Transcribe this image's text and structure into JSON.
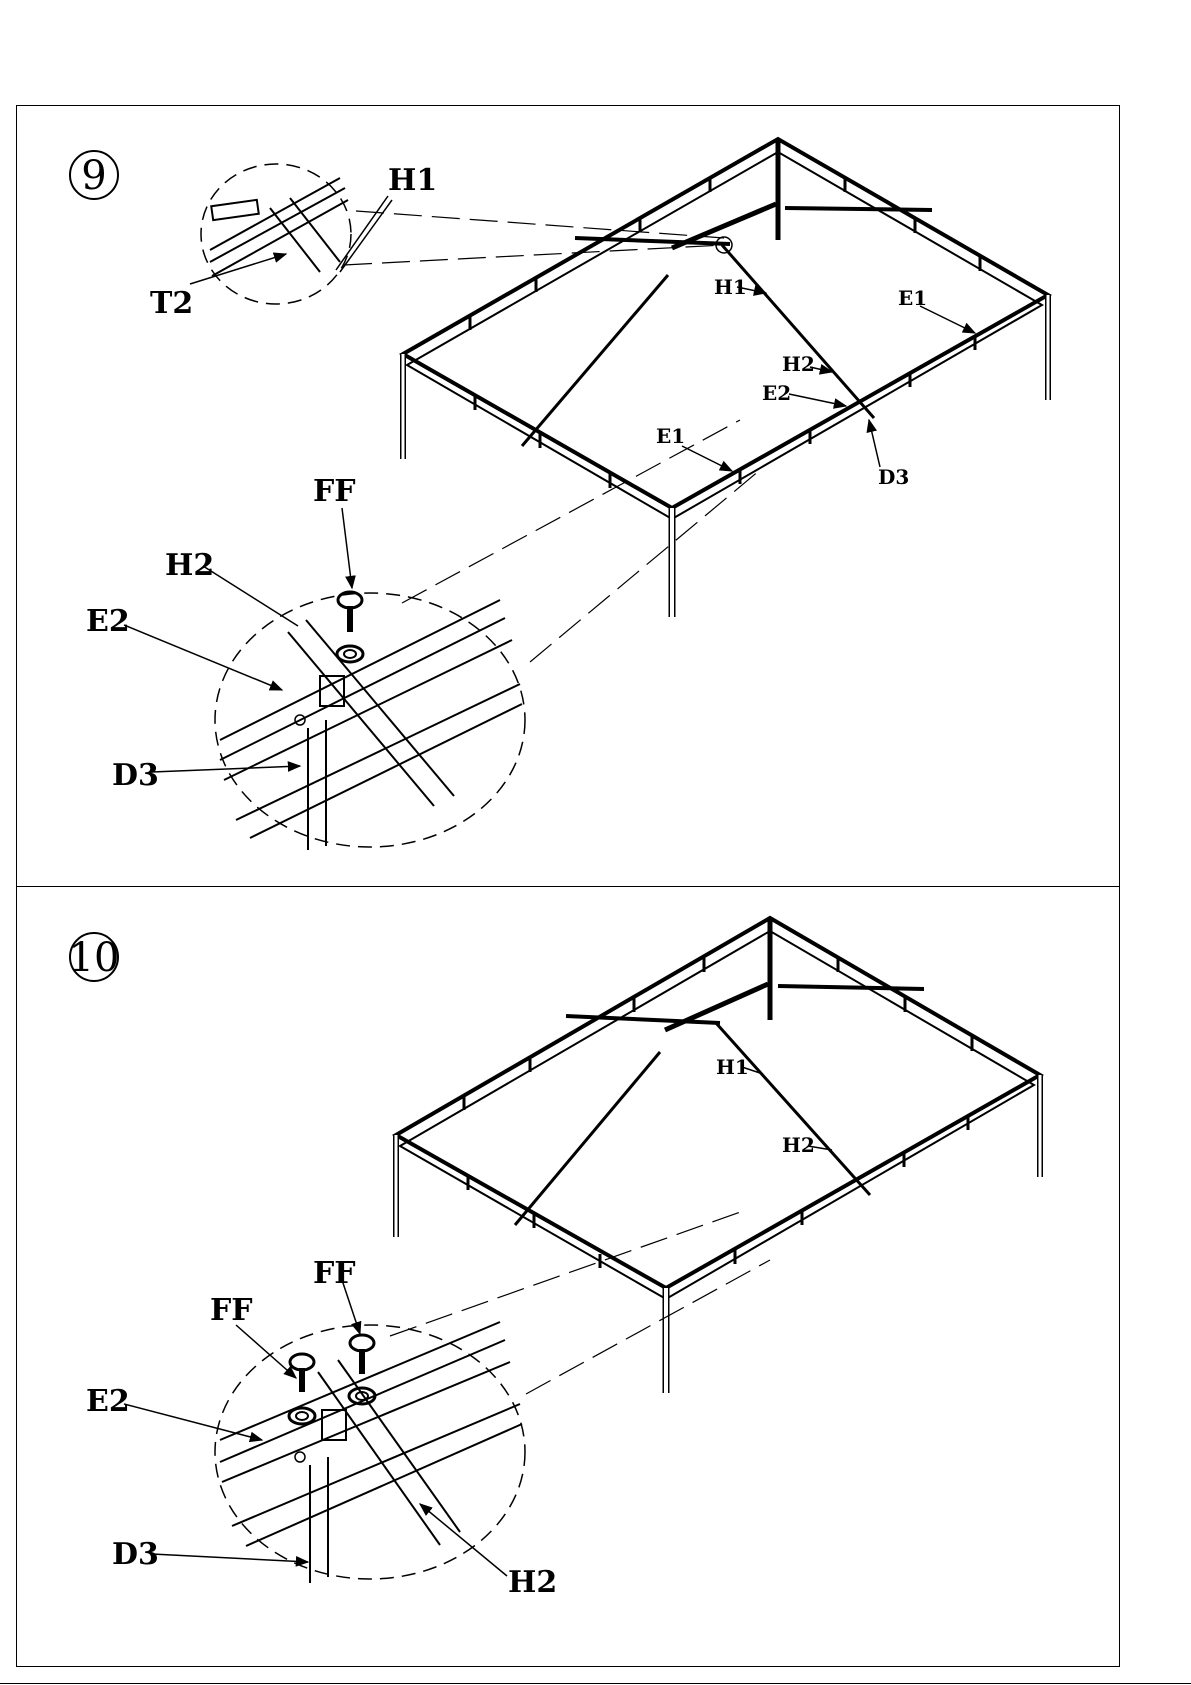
{
  "step9": {
    "number": "9",
    "labels": {
      "h1_detail": "H1",
      "t2": "T2",
      "h1": "H1",
      "e1_right": "E1",
      "h2": "H2",
      "e2": "E2",
      "e1_front": "E1",
      "d3": "D3",
      "ff": "FF",
      "h2_detail": "H2",
      "e2_detail": "E2",
      "d3_detail": "D3"
    }
  },
  "step10": {
    "number": "10",
    "labels": {
      "h1": "H1",
      "h2": "H2",
      "ff_right": "FF",
      "ff_left": "FF",
      "e2_detail": "E2",
      "d3_detail": "D3",
      "h2_detail": "H2"
    }
  },
  "colors": {
    "ink": "#000000",
    "paper": "#ffffff"
  }
}
